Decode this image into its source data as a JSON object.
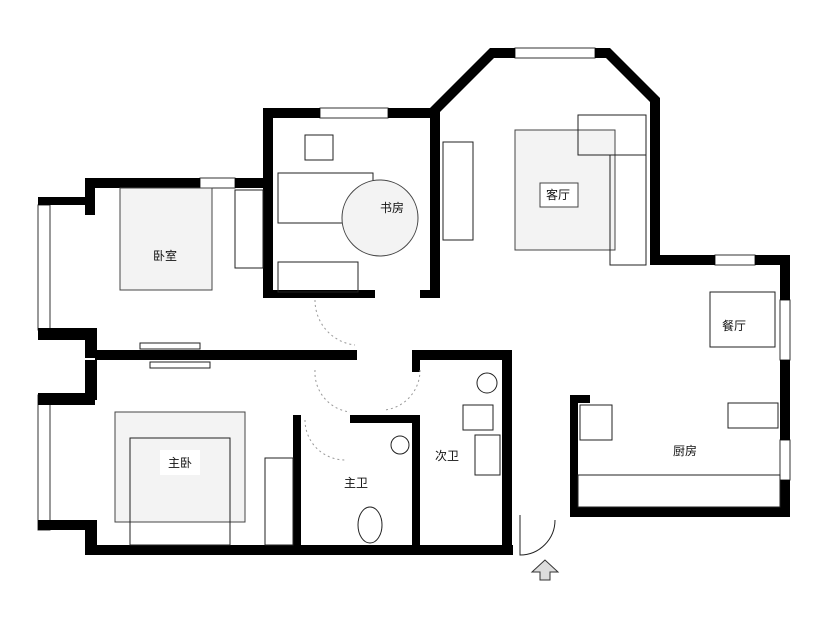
{
  "rooms": {
    "bedroom": "卧室",
    "study": "书房",
    "living_room": "客厅",
    "dining_room": "餐厅",
    "kitchen": "厨房",
    "master_bedroom": "主卧",
    "master_bath": "主卫",
    "second_bath": "次卫"
  },
  "colors": {
    "wall": "#000000",
    "rug": "#f3f3f3"
  }
}
